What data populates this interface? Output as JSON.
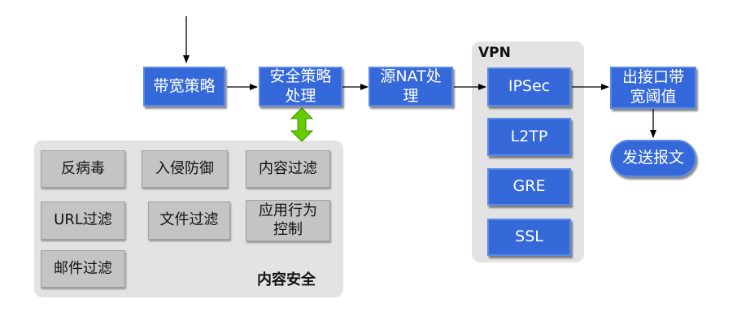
{
  "flow": {
    "bandwidth_policy": "带宽策略",
    "security_policy": "安全策略\n处理",
    "source_nat": "源NAT处\n理",
    "egress_bandwidth": "出接口带\n宽阈值",
    "send_packet": "发送报文"
  },
  "vpn": {
    "title": "VPN",
    "items": [
      "IPSec",
      "L2TP",
      "GRE",
      "SSL"
    ]
  },
  "content_security": {
    "title": "内容安全",
    "items": [
      "反病毒",
      "入侵防御",
      "内容过滤",
      "URL过滤",
      "文件过滤",
      "应用行为\n控制",
      "邮件过滤"
    ]
  },
  "colors": {
    "box_blue": "#3568d8",
    "box_grey": "#c4c4c4",
    "panel_grey": "#e3e3e3",
    "connector_green": "#66cc00"
  }
}
